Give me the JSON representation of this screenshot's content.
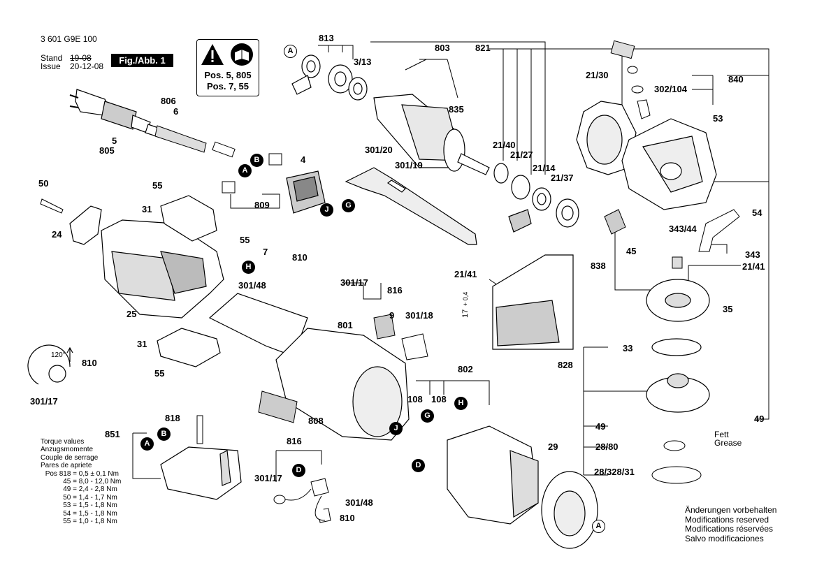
{
  "header": {
    "part_number": "3 601 G9E 100",
    "stand_label": "Stand",
    "issue_label": "Issue",
    "stand_value": "19-08",
    "issue_value": "20-12-08",
    "figure_label": "Fig./Abb. 1"
  },
  "warning_box": {
    "line1": "Pos. 5, 805",
    "line2": "Pos. 7, 55"
  },
  "labels": {
    "l813": "813",
    "l803": "803",
    "l821": "821",
    "l3_13": "3/13",
    "l835": "835",
    "l21_30": "21/30",
    "l840": "840",
    "l302_104": "302/104",
    "l53": "53",
    "l806": "806",
    "l6": "6",
    "l5": "5",
    "l805": "805",
    "l21_40": "21/40",
    "l21_27": "21/27",
    "l21_14": "21/14",
    "l21_37": "21/37",
    "l4": "4",
    "l301_20": "301/20",
    "l301_19": "301/19",
    "l50": "50",
    "l55a": "55",
    "l809": "809",
    "l31a": "31",
    "l24": "24",
    "l54": "54",
    "l343_44": "343/44",
    "l343": "343",
    "l45": "45",
    "l838": "838",
    "l21_41a": "21/41",
    "l55b": "55",
    "l7": "7",
    "l810a": "810",
    "l301_48a": "301/48",
    "l301_17a": "301/17",
    "l816a": "816",
    "l21_41b": "21/41",
    "l17": "17",
    "l04": "+ 0,4",
    "l35": "35",
    "l25": "25",
    "l9": "9",
    "l301_18": "301/18",
    "l801": "801",
    "l31b": "31",
    "l120": "120°",
    "l810b": "810",
    "l55c": "55",
    "l301_17b": "301/17",
    "l802": "802",
    "l33": "33",
    "l828": "828",
    "l108a": "108",
    "l108b": "108",
    "l49a": "49",
    "l49b": "49",
    "l818": "818",
    "l851": "851",
    "l808": "808",
    "l28_80": "28/80",
    "l29": "29",
    "l816b": "816",
    "l28_328_31": "28/328/31",
    "l301_17c": "301/17",
    "l301_48b": "301/48",
    "l810c": "810",
    "fett": "Fett",
    "grease": "Grease"
  },
  "callouts": {
    "A": "A",
    "B": "B",
    "D": "D",
    "G": "G",
    "H": "H",
    "J": "J"
  },
  "torque": {
    "title_lines": [
      "Torque values",
      "Anzugsmomente",
      "Couple de serrage",
      "Pares de apriete"
    ],
    "rows": [
      {
        "pos": "Pos 818 =",
        "value": "0,5 ± 0,1 Nm"
      },
      {
        "pos": "45 =",
        "value": "8,0 - 12,0 Nm"
      },
      {
        "pos": "49 =",
        "value": "2,4 - 2,8 Nm"
      },
      {
        "pos": "50 =",
        "value": "1,4 - 1,7 Nm"
      },
      {
        "pos": "53 =",
        "value": "1,5 - 1,8 Nm"
      },
      {
        "pos": "54 =",
        "value": "1,5 - 1,8 Nm"
      },
      {
        "pos": "55 =",
        "value": "1,0 - 1,8 Nm"
      }
    ]
  },
  "modifications": {
    "lines": [
      "Änderungen vorbehalten",
      "Modifications reserved",
      "Modifications réservées",
      "Salvo modificaciones"
    ]
  },
  "icons": [
    "warning-triangle-icon",
    "read-manual-icon"
  ]
}
